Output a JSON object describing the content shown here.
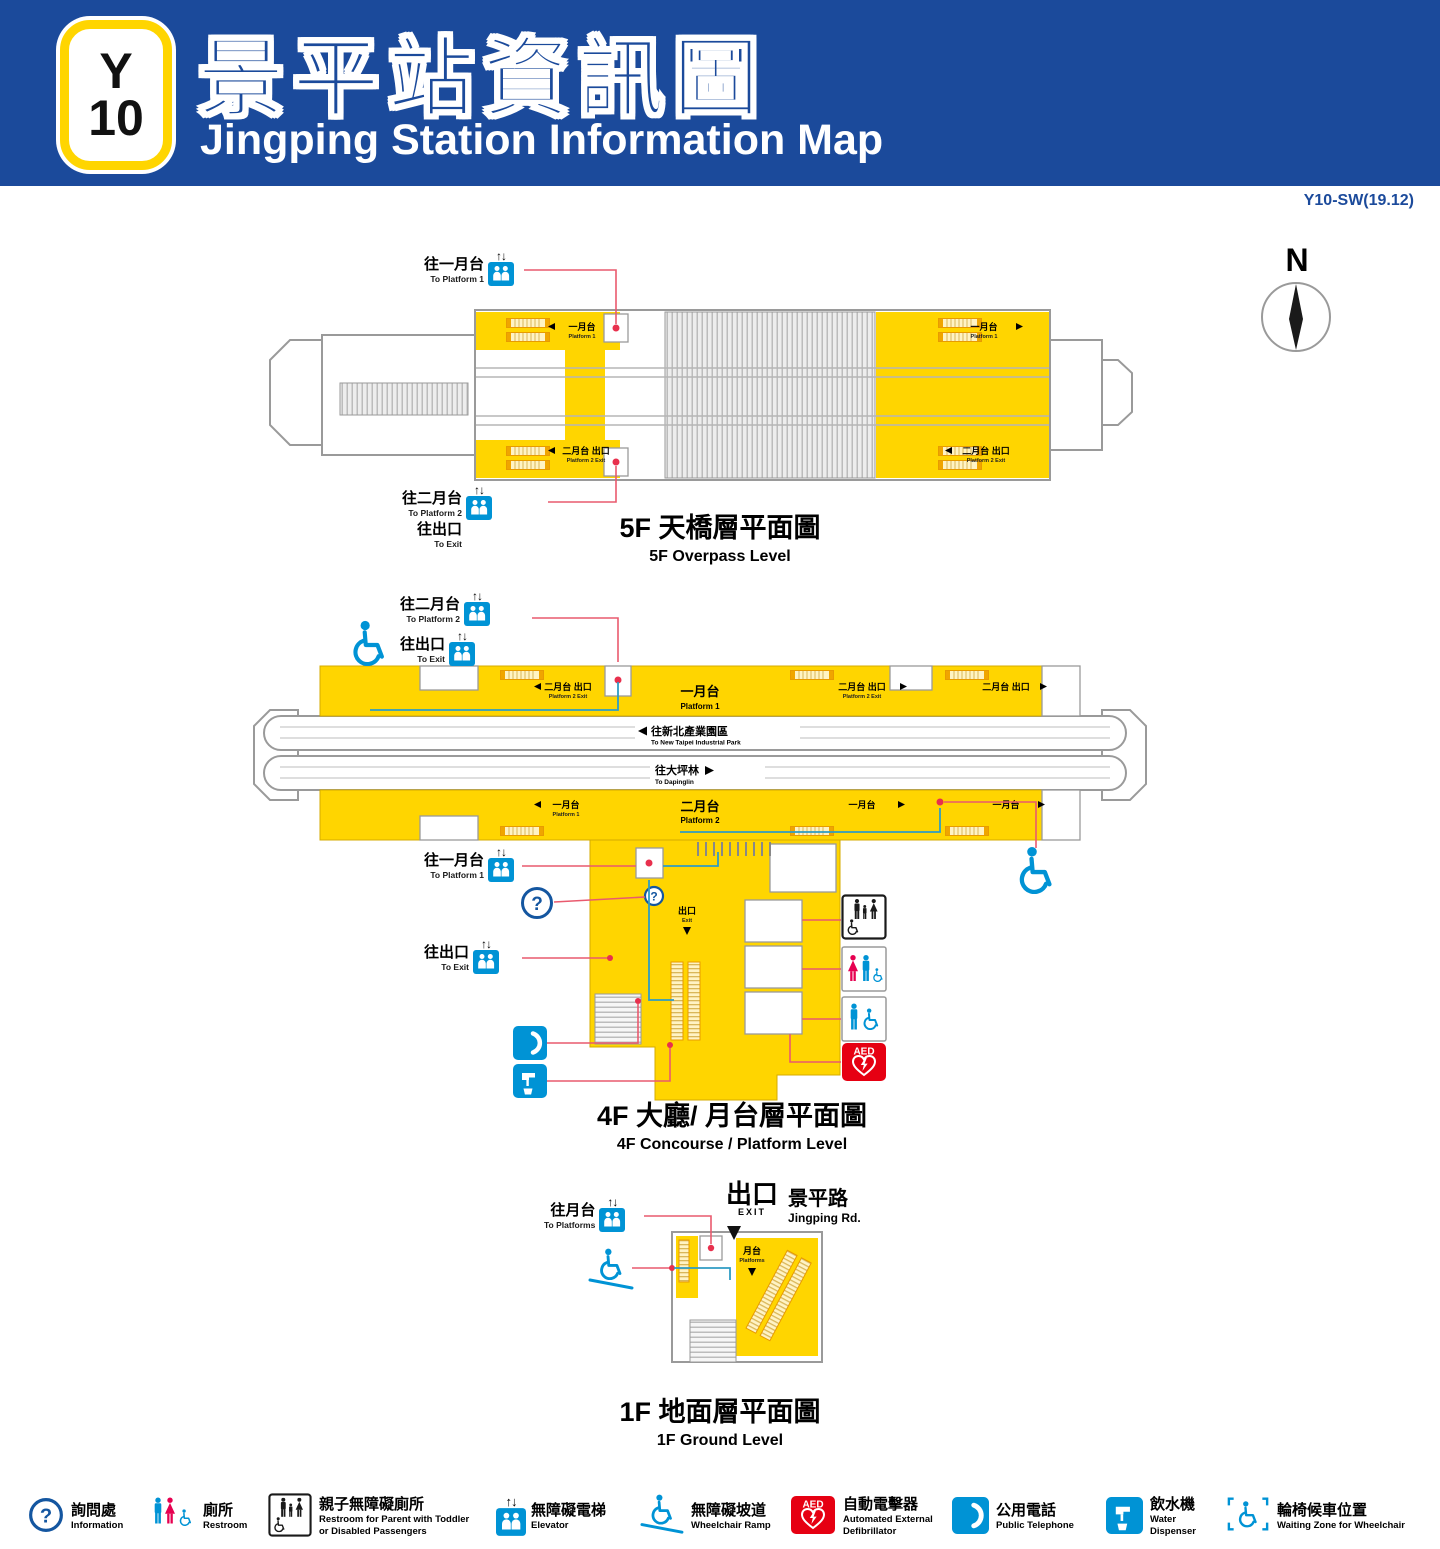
{
  "header": {
    "line_letter": "Y",
    "line_number": "10",
    "title_zh": "景平站資訊圖",
    "title_en": "Jingping Station Information Map",
    "version": "Y10-SW(19.12)"
  },
  "compass": {
    "north_label": "N"
  },
  "icons": {
    "up_down_arrows": "↑↓",
    "question_mark": "?",
    "aed_label": "AED"
  },
  "common": {
    "platform1_zh": "一月台",
    "platform1_en": "Platform 1",
    "platform2_zh": "二月台",
    "platform2_en": "Platform 2",
    "exit_zh": "出口",
    "exit_en": "Exit",
    "platform2_exit_zh": "二月台 出口",
    "platform2_exit_en": "Platform 2 Exit",
    "to_platform1_zh": "往一月台",
    "to_platform1_en": "To Platform 1",
    "to_platform2_zh": "往二月台",
    "to_platform2_en": "To Platform 2",
    "to_exit_zh": "往出口",
    "to_exit_en": "To Exit"
  },
  "floor5": {
    "caption_zh": "5F 天橋層平面圖",
    "caption_en": "5F Overpass Level"
  },
  "floor4": {
    "caption_zh": "4F 大廳/ 月台層平面圖",
    "caption_en": "4F Concourse / Platform Level",
    "dir_west_zh": "往新北產業園區",
    "dir_west_en": "To New Taipei Industrial Park",
    "dir_east_zh": "往大坪林",
    "dir_east_en": "To Dapinglin"
  },
  "floor1": {
    "caption_zh": "1F 地面層平面圖",
    "caption_en": "1F Ground Level",
    "to_platforms_zh": "往月台",
    "to_platforms_en": "To Platforms",
    "platforms_zh": "月台",
    "platforms_en": "Platforms",
    "exit_zh": "出口",
    "exit_en": "EXIT",
    "road_zh": "景平路",
    "road_en": "Jingping Rd."
  },
  "legend": {
    "items": [
      {
        "zh": "詢問處",
        "en": "Information"
      },
      {
        "zh": "廁所",
        "en": "Restroom"
      },
      {
        "zh": "親子無障礙廁所",
        "en": "Restroom for Parent with Toddler or Disabled Passengers"
      },
      {
        "zh": "無障礙電梯",
        "en": "Elevator"
      },
      {
        "zh": "無障礙坡道",
        "en": "Wheelchair Ramp"
      },
      {
        "zh": "自動電擊器",
        "en": "Automated External Defibrillator"
      },
      {
        "zh": "公用電話",
        "en": "Public Telephone"
      },
      {
        "zh": "飲水機",
        "en": "Water Dispenser"
      },
      {
        "zh": "輪椅候車位置",
        "en": "Waiting Zone for Wheelchair"
      }
    ]
  },
  "colors": {
    "header_blue": "#1b4a9b",
    "platform_yellow": "#ffd500",
    "icon_blue": "#0093d5",
    "aed_red": "#e60012",
    "connector_red": "#e95a6e",
    "accessible_route_teal": "#2f9cc4"
  }
}
